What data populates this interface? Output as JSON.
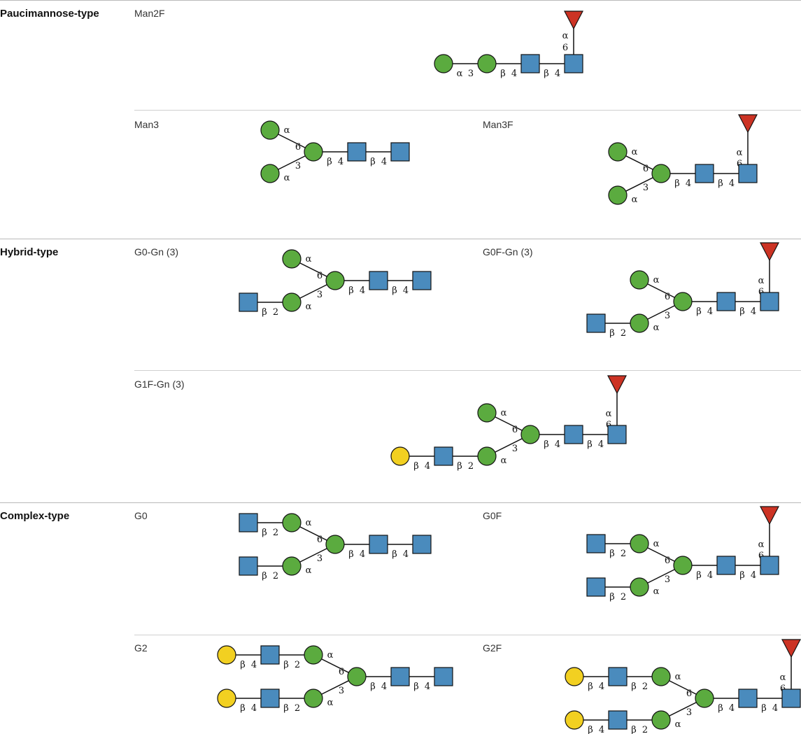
{
  "colors": {
    "mannose": "#5bab3f",
    "galactose": "#f2d021",
    "glcnac": "#4a8bbd",
    "fucose": "#cc3324",
    "outline": "#111111"
  },
  "legend_icons": {
    "green-circle": "mannose-icon",
    "yellow-circle": "galactose-icon",
    "blue-square": "glcnac-icon",
    "red-triangle": "fucose-icon"
  },
  "categories": [
    {
      "label": "Paucimannose-type"
    },
    {
      "label": "Hybrid-type"
    },
    {
      "label": "Complex-type"
    }
  ],
  "glycans": [
    {
      "name": "Man2F"
    },
    {
      "name": "Man3"
    },
    {
      "name": "Man3F"
    },
    {
      "name": "G0-Gn (3)"
    },
    {
      "name": "G0F-Gn (3)"
    },
    {
      "name": "G1F-Gn (3)"
    },
    {
      "name": "G0"
    },
    {
      "name": "G0F"
    },
    {
      "name": "G2"
    },
    {
      "name": "G2F"
    }
  ],
  "linkage_text": {
    "alpha": "α",
    "beta": "β",
    "n2": "2",
    "n3": "3",
    "n4": "4",
    "n6": "6"
  }
}
